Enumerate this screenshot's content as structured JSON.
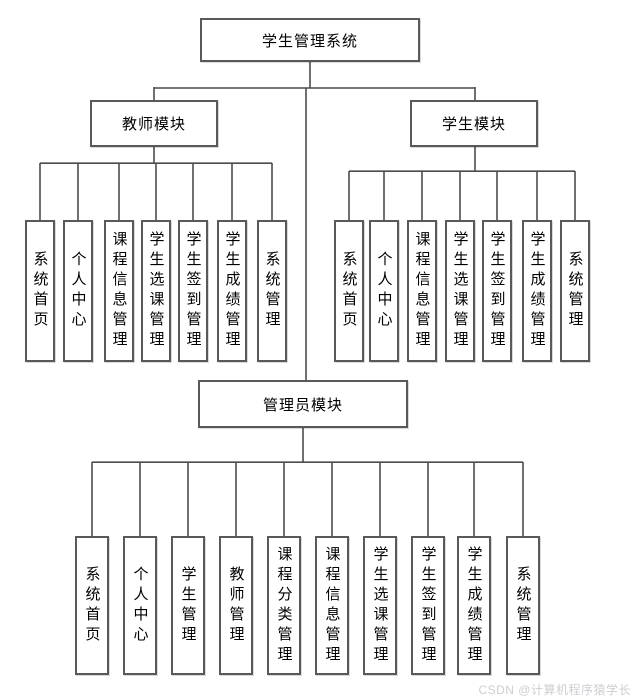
{
  "root": {
    "label": "学生管理系统"
  },
  "modules": {
    "teacher": {
      "label": "教师模块",
      "children": [
        "系统首页",
        "个人中心",
        "课程信息管理",
        "学生选课管理",
        "学生签到管理",
        "学生成绩管理",
        "系统管理"
      ]
    },
    "student": {
      "label": "学生模块",
      "children": [
        "系统首页",
        "个人中心",
        "课程信息管理",
        "学生选课管理",
        "学生签到管理",
        "学生成绩管理",
        "系统管理"
      ]
    },
    "admin": {
      "label": "管理员模块",
      "children": [
        "系统首页",
        "个人中心",
        "学生管理",
        "教师管理",
        "课程分类管理",
        "课程信息管理",
        "学生选课管理",
        "学生签到管理",
        "学生成绩管理",
        "系统管理"
      ]
    }
  },
  "watermark": {
    "text": "CSDN @计算机程序猿学长"
  },
  "colors": {
    "line": "#4c4c4c",
    "box_border": "#595959",
    "watermark": "#cdced4",
    "background": "#ffffff"
  }
}
